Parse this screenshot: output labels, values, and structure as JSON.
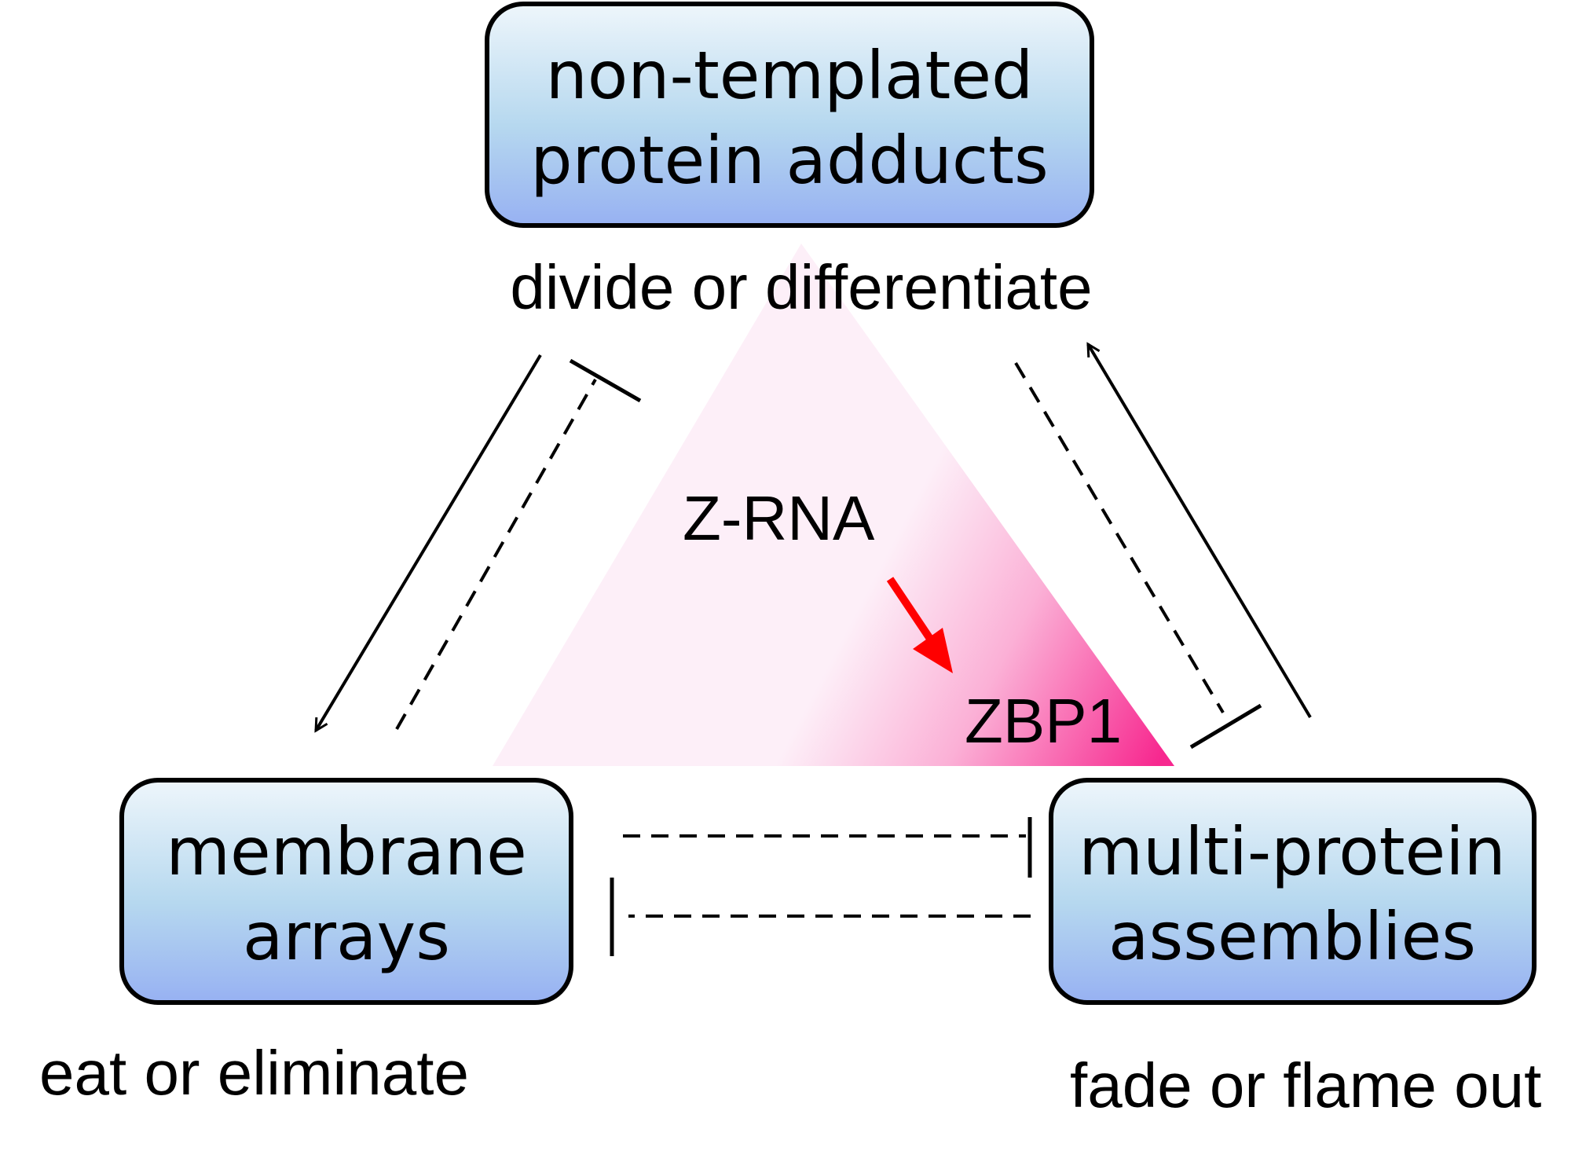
{
  "boxes": {
    "top": {
      "line1": "non-templated",
      "line2": "protein adducts"
    },
    "left": {
      "line1": "membrane",
      "line2": "arrays"
    },
    "right": {
      "line1": "multi-protein",
      "line2": "assemblies"
    }
  },
  "outcomes": {
    "top": "divide or differentiate",
    "left": "eat or eliminate",
    "right": "fade or flame out"
  },
  "center": {
    "zrna": "Z-RNA",
    "zbp1": "ZBP1"
  },
  "colors": {
    "box_top": "#eaf4fb",
    "box_mid": "#b6d8ef",
    "box_bottom": "#97b4f2",
    "box_border": "#000000",
    "triangle_light": "#fdf0f8",
    "triangle_dark": "#f5288c",
    "activation_arrow": "#ff0000",
    "connector": "#000000"
  }
}
